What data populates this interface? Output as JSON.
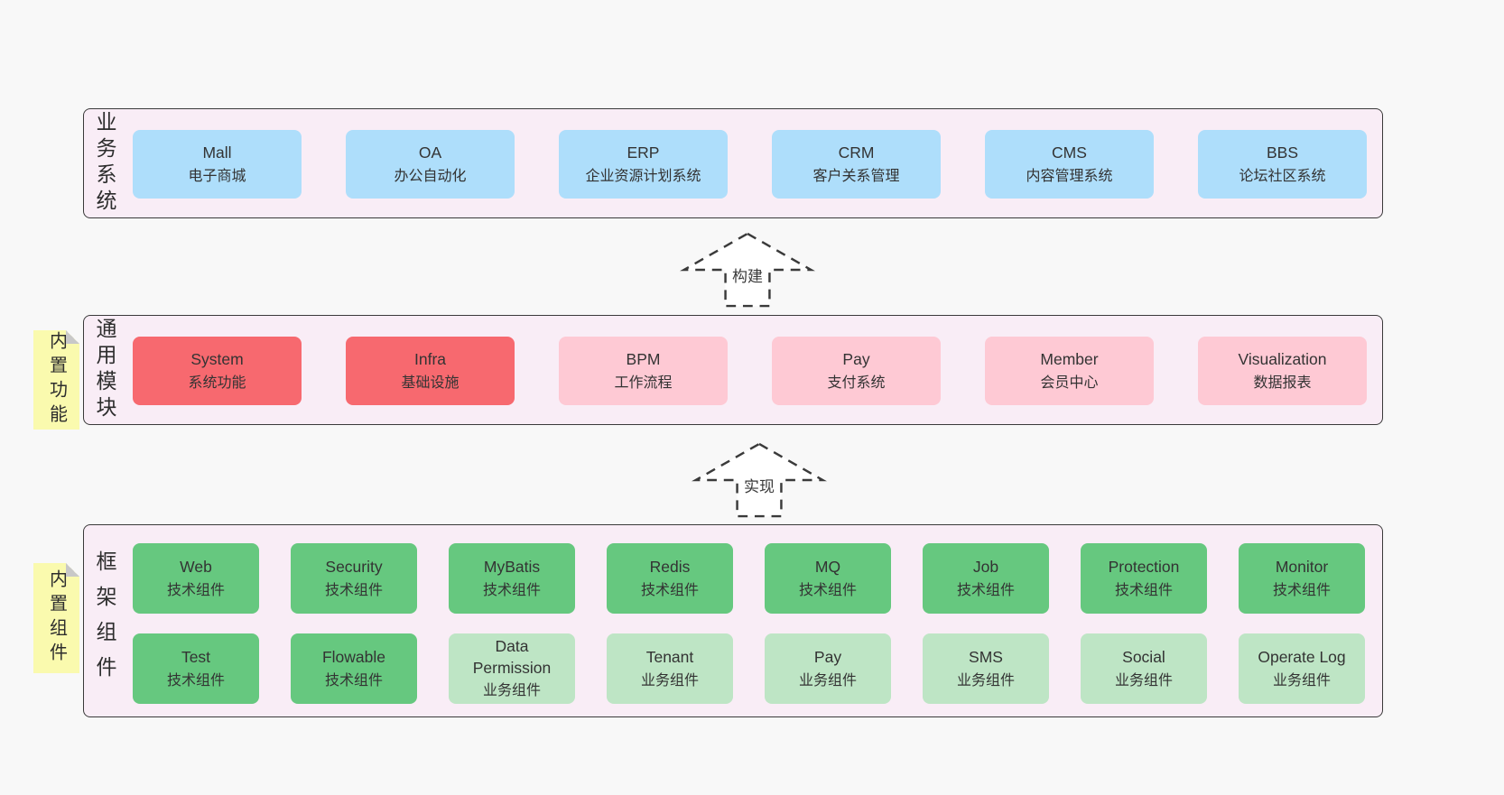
{
  "colors": {
    "page_bg": "#f8f8f8",
    "panel_bg": "#f9edf6",
    "panel_border": "#3a3a3a",
    "box_text": "#333333",
    "blue": "#aedefb",
    "red": "#f7696f",
    "pink": "#fec9d4",
    "green_dark": "#66c87f",
    "green_light": "#bee5c5",
    "note_yellow": "#fafaae",
    "note_fold": "#c8c8c8",
    "arrow_fill": "#ffffff"
  },
  "arrows": {
    "build": {
      "label": "构建"
    },
    "implement": {
      "label": "实现"
    }
  },
  "panels": {
    "business": {
      "side_label": "业务系统",
      "boxes": [
        {
          "en": "Mall",
          "cn": "电子商城"
        },
        {
          "en": "OA",
          "cn": "办公自动化"
        },
        {
          "en": "ERP",
          "cn": "企业资源计划系统"
        },
        {
          "en": "CRM",
          "cn": "客户关系管理"
        },
        {
          "en": "CMS",
          "cn": "内容管理系统"
        },
        {
          "en": "BBS",
          "cn": "论坛社区系统"
        }
      ]
    },
    "modules": {
      "side_label": "通用模块",
      "note": "内置功能",
      "boxes": [
        {
          "en": "System",
          "cn": "系统功能"
        },
        {
          "en": "Infra",
          "cn": "基础设施"
        },
        {
          "en": "BPM",
          "cn": "工作流程"
        },
        {
          "en": "Pay",
          "cn": "支付系统"
        },
        {
          "en": "Member",
          "cn": "会员中心"
        },
        {
          "en": "Visualization",
          "cn": "数据报表"
        }
      ]
    },
    "framework": {
      "side_label": "框架组件",
      "note": "内置组件",
      "rows": [
        [
          {
            "en": "Web",
            "cn": "技术组件"
          },
          {
            "en": "Security",
            "cn": "技术组件"
          },
          {
            "en": "MyBatis",
            "cn": "技术组件"
          },
          {
            "en": "Redis",
            "cn": "技术组件"
          },
          {
            "en": "MQ",
            "cn": "技术组件"
          },
          {
            "en": "Job",
            "cn": "技术组件"
          },
          {
            "en": "Protection",
            "cn": "技术组件"
          },
          {
            "en": "Monitor",
            "cn": "技术组件"
          }
        ],
        [
          {
            "en": "Test",
            "cn": "技术组件"
          },
          {
            "en": "Flowable",
            "cn": "技术组件"
          },
          {
            "en": "Data Permission",
            "cn": "业务组件"
          },
          {
            "en": "Tenant",
            "cn": "业务组件"
          },
          {
            "en": "Pay",
            "cn": "业务组件"
          },
          {
            "en": "SMS",
            "cn": "业务组件"
          },
          {
            "en": "Social",
            "cn": "业务组件"
          },
          {
            "en": "Operate Log",
            "cn": "业务组件"
          }
        ]
      ]
    }
  }
}
